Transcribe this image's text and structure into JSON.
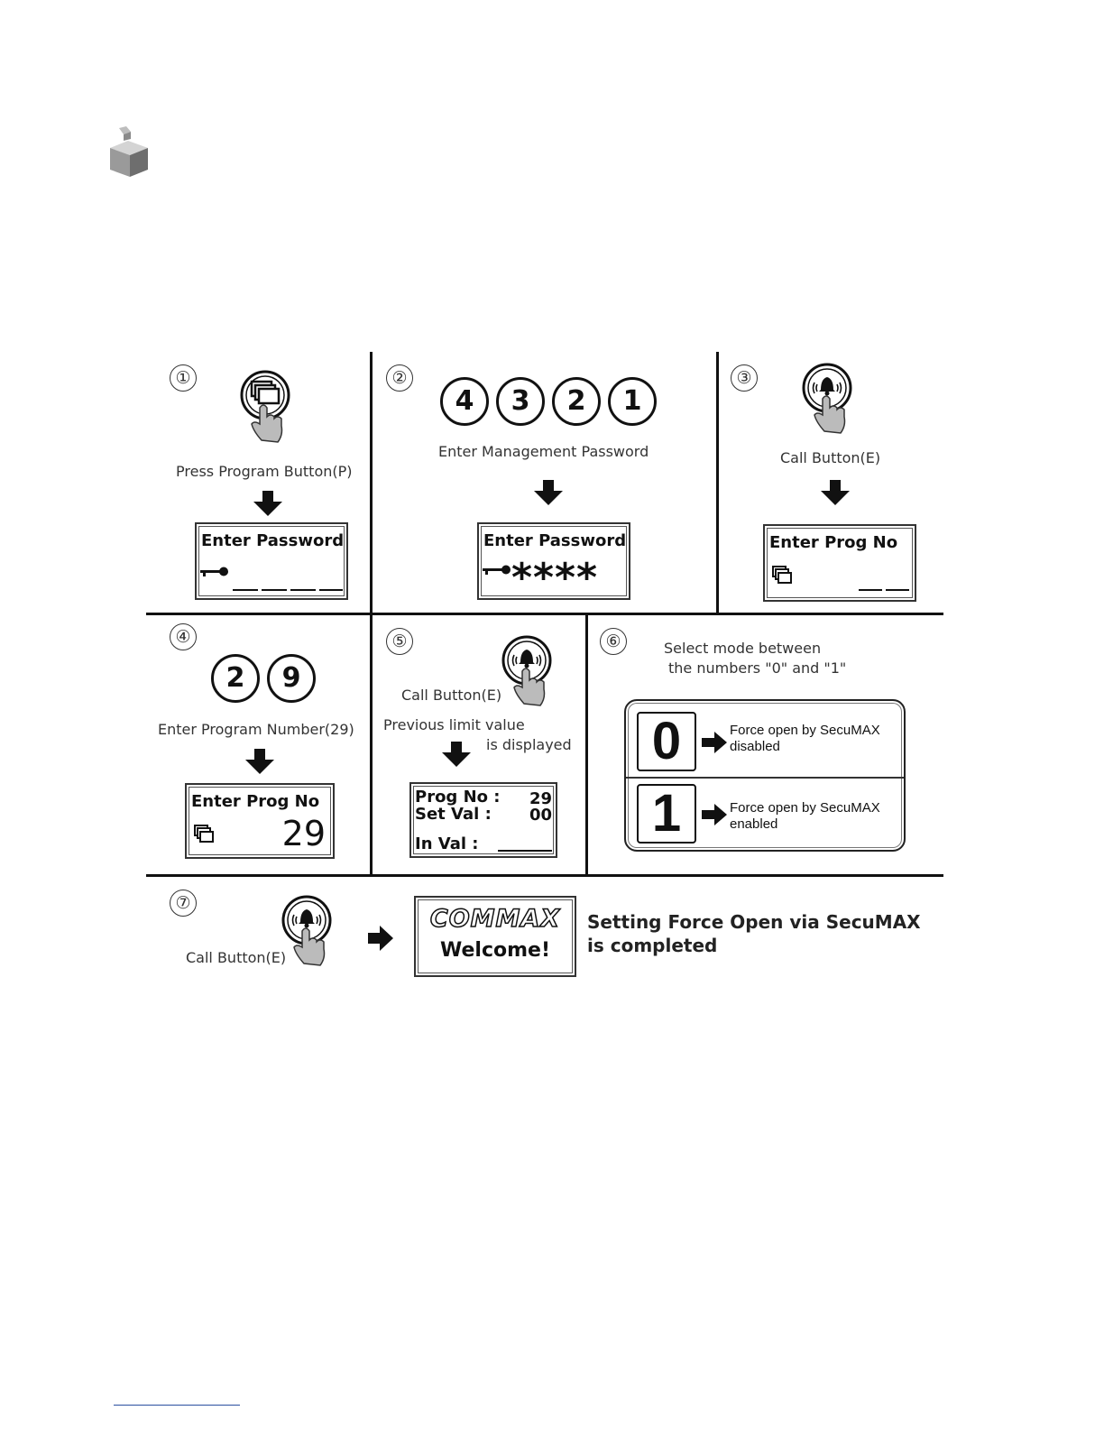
{
  "step1": {
    "number": "①",
    "label": "Press Program Button(P)",
    "lcd_title": "Enter Password"
  },
  "step2": {
    "number": "②",
    "digits": [
      "4",
      "3",
      "2",
      "1"
    ],
    "label": "Enter Management Password",
    "lcd_title": "Enter Password",
    "lcd_mask": "****"
  },
  "step3": {
    "number": "③",
    "label": "Call Button(E)",
    "lcd_title": "Enter Prog  No"
  },
  "step4": {
    "number": "④",
    "digits": [
      "2",
      "9"
    ],
    "label": "Enter Program Number(29)",
    "lcd_title": "Enter Prog  No",
    "lcd_value": "29"
  },
  "step5": {
    "number": "⑤",
    "label": "Call Button(E)",
    "note_line1": "Previous limit value",
    "note_line2": "is displayed",
    "lcd_prog_label": "Prog No :",
    "lcd_prog_value": "29",
    "lcd_set_label": "Set  Val  :",
    "lcd_set_value": "00",
    "lcd_in_label": "In Val :"
  },
  "step6": {
    "number": "⑥",
    "instruction_line1": "Select mode  between",
    "instruction_line2": "the numbers \"0\" and \"1\"",
    "options": [
      {
        "key": "0",
        "line1": "Force open by SecuMAX",
        "line2": "disabled"
      },
      {
        "key": "1",
        "line1": "Force open by SecuMAX",
        "line2": "enabled"
      }
    ]
  },
  "step7": {
    "number": "⑦",
    "label": "Call Button(E)",
    "logo": "COMMAX",
    "welcome": "Welcome!",
    "result_line1": "Setting Force Open via SecuMAX",
    "result_line2": "is completed"
  }
}
